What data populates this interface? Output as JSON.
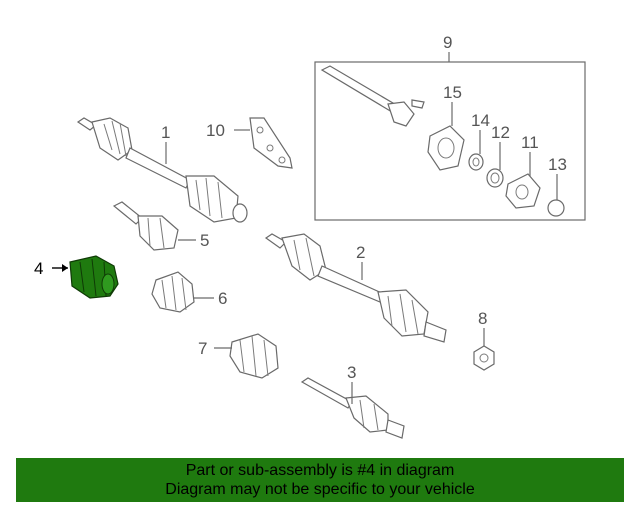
{
  "diagram": {
    "callouts": [
      "1",
      "2",
      "3",
      "4",
      "5",
      "6",
      "7",
      "8",
      "9",
      "10",
      "11",
      "12",
      "13",
      "14",
      "15"
    ],
    "highlight_callout": "4",
    "colors": {
      "highlight": "#1f7a0f",
      "line": "#6a6a6a",
      "text": "#555555",
      "banner": "#1f7a0f"
    }
  },
  "banner": {
    "line1": "Part or sub-assembly is #4 in diagram",
    "line2": "Diagram may not be specific to your vehicle"
  }
}
